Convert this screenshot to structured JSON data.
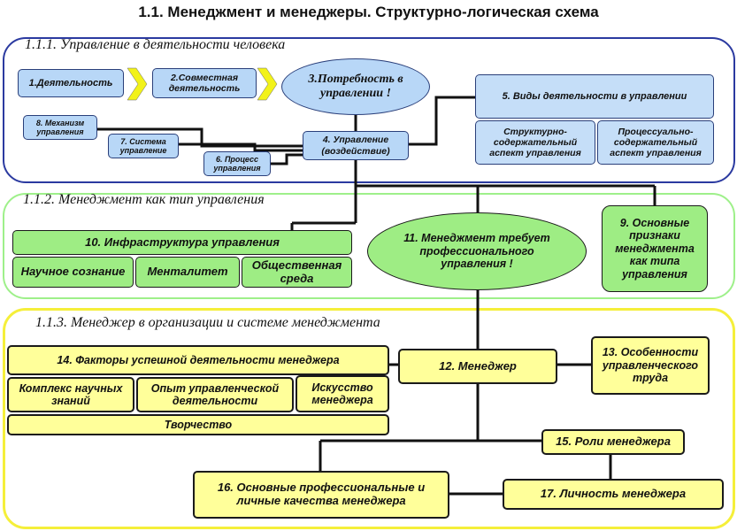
{
  "title": "1.1. Менеджмент и менеджеры. Структурно-логическая схема",
  "sections": {
    "s1": "1.1.1. Управление в деятельности человека",
    "s2": "1.1.2. Менеджмент как тип управления",
    "s3": "1.1.3. Менеджер в организации и системе менеджмента"
  },
  "nodes": {
    "n1": "1.Деятельность",
    "n2": "2.Совместная деятельность",
    "n3": "3.Потребность в управлении !",
    "n4": "4. Управление (воздействие)",
    "n5": "5. Виды деятельности в управлении",
    "n5a": "Структурно-содержательный аспект управления",
    "n5b": "Процессуально-содержательный аспект управления",
    "n6": "6. Процесс управления",
    "n7": "7. Система управление",
    "n8": "8. Механизм управления",
    "n9": "9. Основные признаки менеджмента как типа управления",
    "n10": "10. Инфраструктура управления",
    "n10a": "Научное сознание",
    "n10b": "Менталитет",
    "n10c": "Общественная среда",
    "n11": "11. Менеджмент требует профессионального управления !",
    "n12": "12. Менеджер",
    "n13": "13. Особенности управленческого труда",
    "n14": "14. Факторы успешной деятельности менеджера",
    "n14a": "Комплекс научных знаний",
    "n14b": "Опыт управленческой деятельности",
    "n14c": "Искусство менеджера",
    "n14d": "Творчество",
    "n15": "15. Роли менеджера",
    "n16": "16. Основные профессиональные и личные качества менеджера",
    "n17": "17. Личность менеджера"
  },
  "colors": {
    "section1_border": "#2b3aa0",
    "section2_border": "#9ef08a",
    "section3_border": "#f5ef3a",
    "blue_fill": "#b8d7f7",
    "green_fill": "#9eed84",
    "yellow_fill": "#ffff9a",
    "arrow_fill": "#f2f21a"
  }
}
